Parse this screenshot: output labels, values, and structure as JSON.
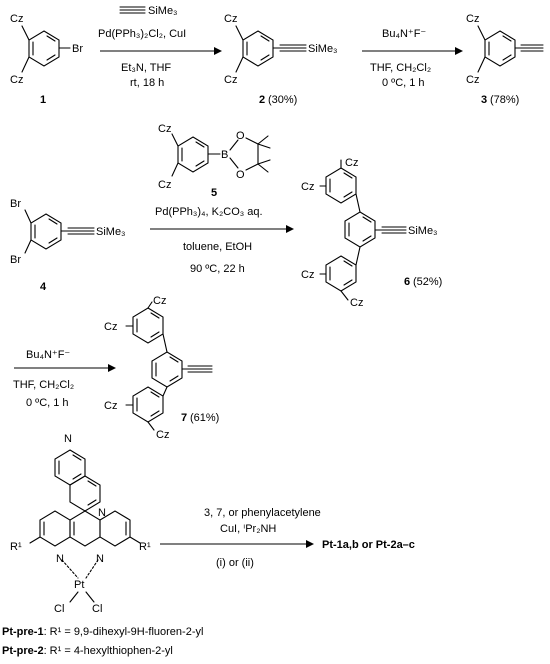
{
  "labels": {
    "cz": "Cz",
    "br": "Br",
    "sime3": "SiMe₃",
    "b": "B",
    "o": "O",
    "n": "N",
    "pt": "Pt",
    "cl": "Cl",
    "r1": "R¹"
  },
  "compounds": {
    "c1": "1",
    "c2": "2",
    "c2_yield": "(30%)",
    "c3": "3",
    "c3_yield": "(78%)",
    "c4": "4",
    "c5": "5",
    "c6": "6",
    "c6_yield": "(52%)",
    "c7": "7",
    "c7_yield": "(61%)"
  },
  "step1": {
    "reagent_top": "SiMe₃",
    "line1": "Pd(PPh₃)₂Cl₂, CuI",
    "line2": "Et₃N, THF",
    "line3": "rt, 18 h"
  },
  "step2": {
    "line1": "Bu₄N⁺F⁻",
    "line2": "THF, CH₂Cl₂",
    "line3": "0 ºC, 1 h"
  },
  "step3": {
    "line1": "Pd(PPh₃)₄, K₂CO₃ aq.",
    "line2": "toluene, EtOH",
    "line3": "90 ºC, 22 h"
  },
  "step4": {
    "line1": "Bu₄N⁺F⁻",
    "line2": "THF, CH₂Cl₂",
    "line3": "0 ºC, 1 h"
  },
  "step5": {
    "line1": "3, 7, or phenylacetylene",
    "line2": "CuI, ⁱPr₂NH",
    "line3": "(i) or (ii)",
    "product": "Pt-1a,b  or  Pt-2a–c"
  },
  "footnotes": {
    "pre1_name": "Pt-pre-1",
    "pre1_text": ": R¹ = 9,9-dihexyl-9H-fluoren-2-yl",
    "pre2_name": "Pt-pre-2",
    "pre2_text": ": R¹ = 4-hexylthiophen-2-yl"
  }
}
